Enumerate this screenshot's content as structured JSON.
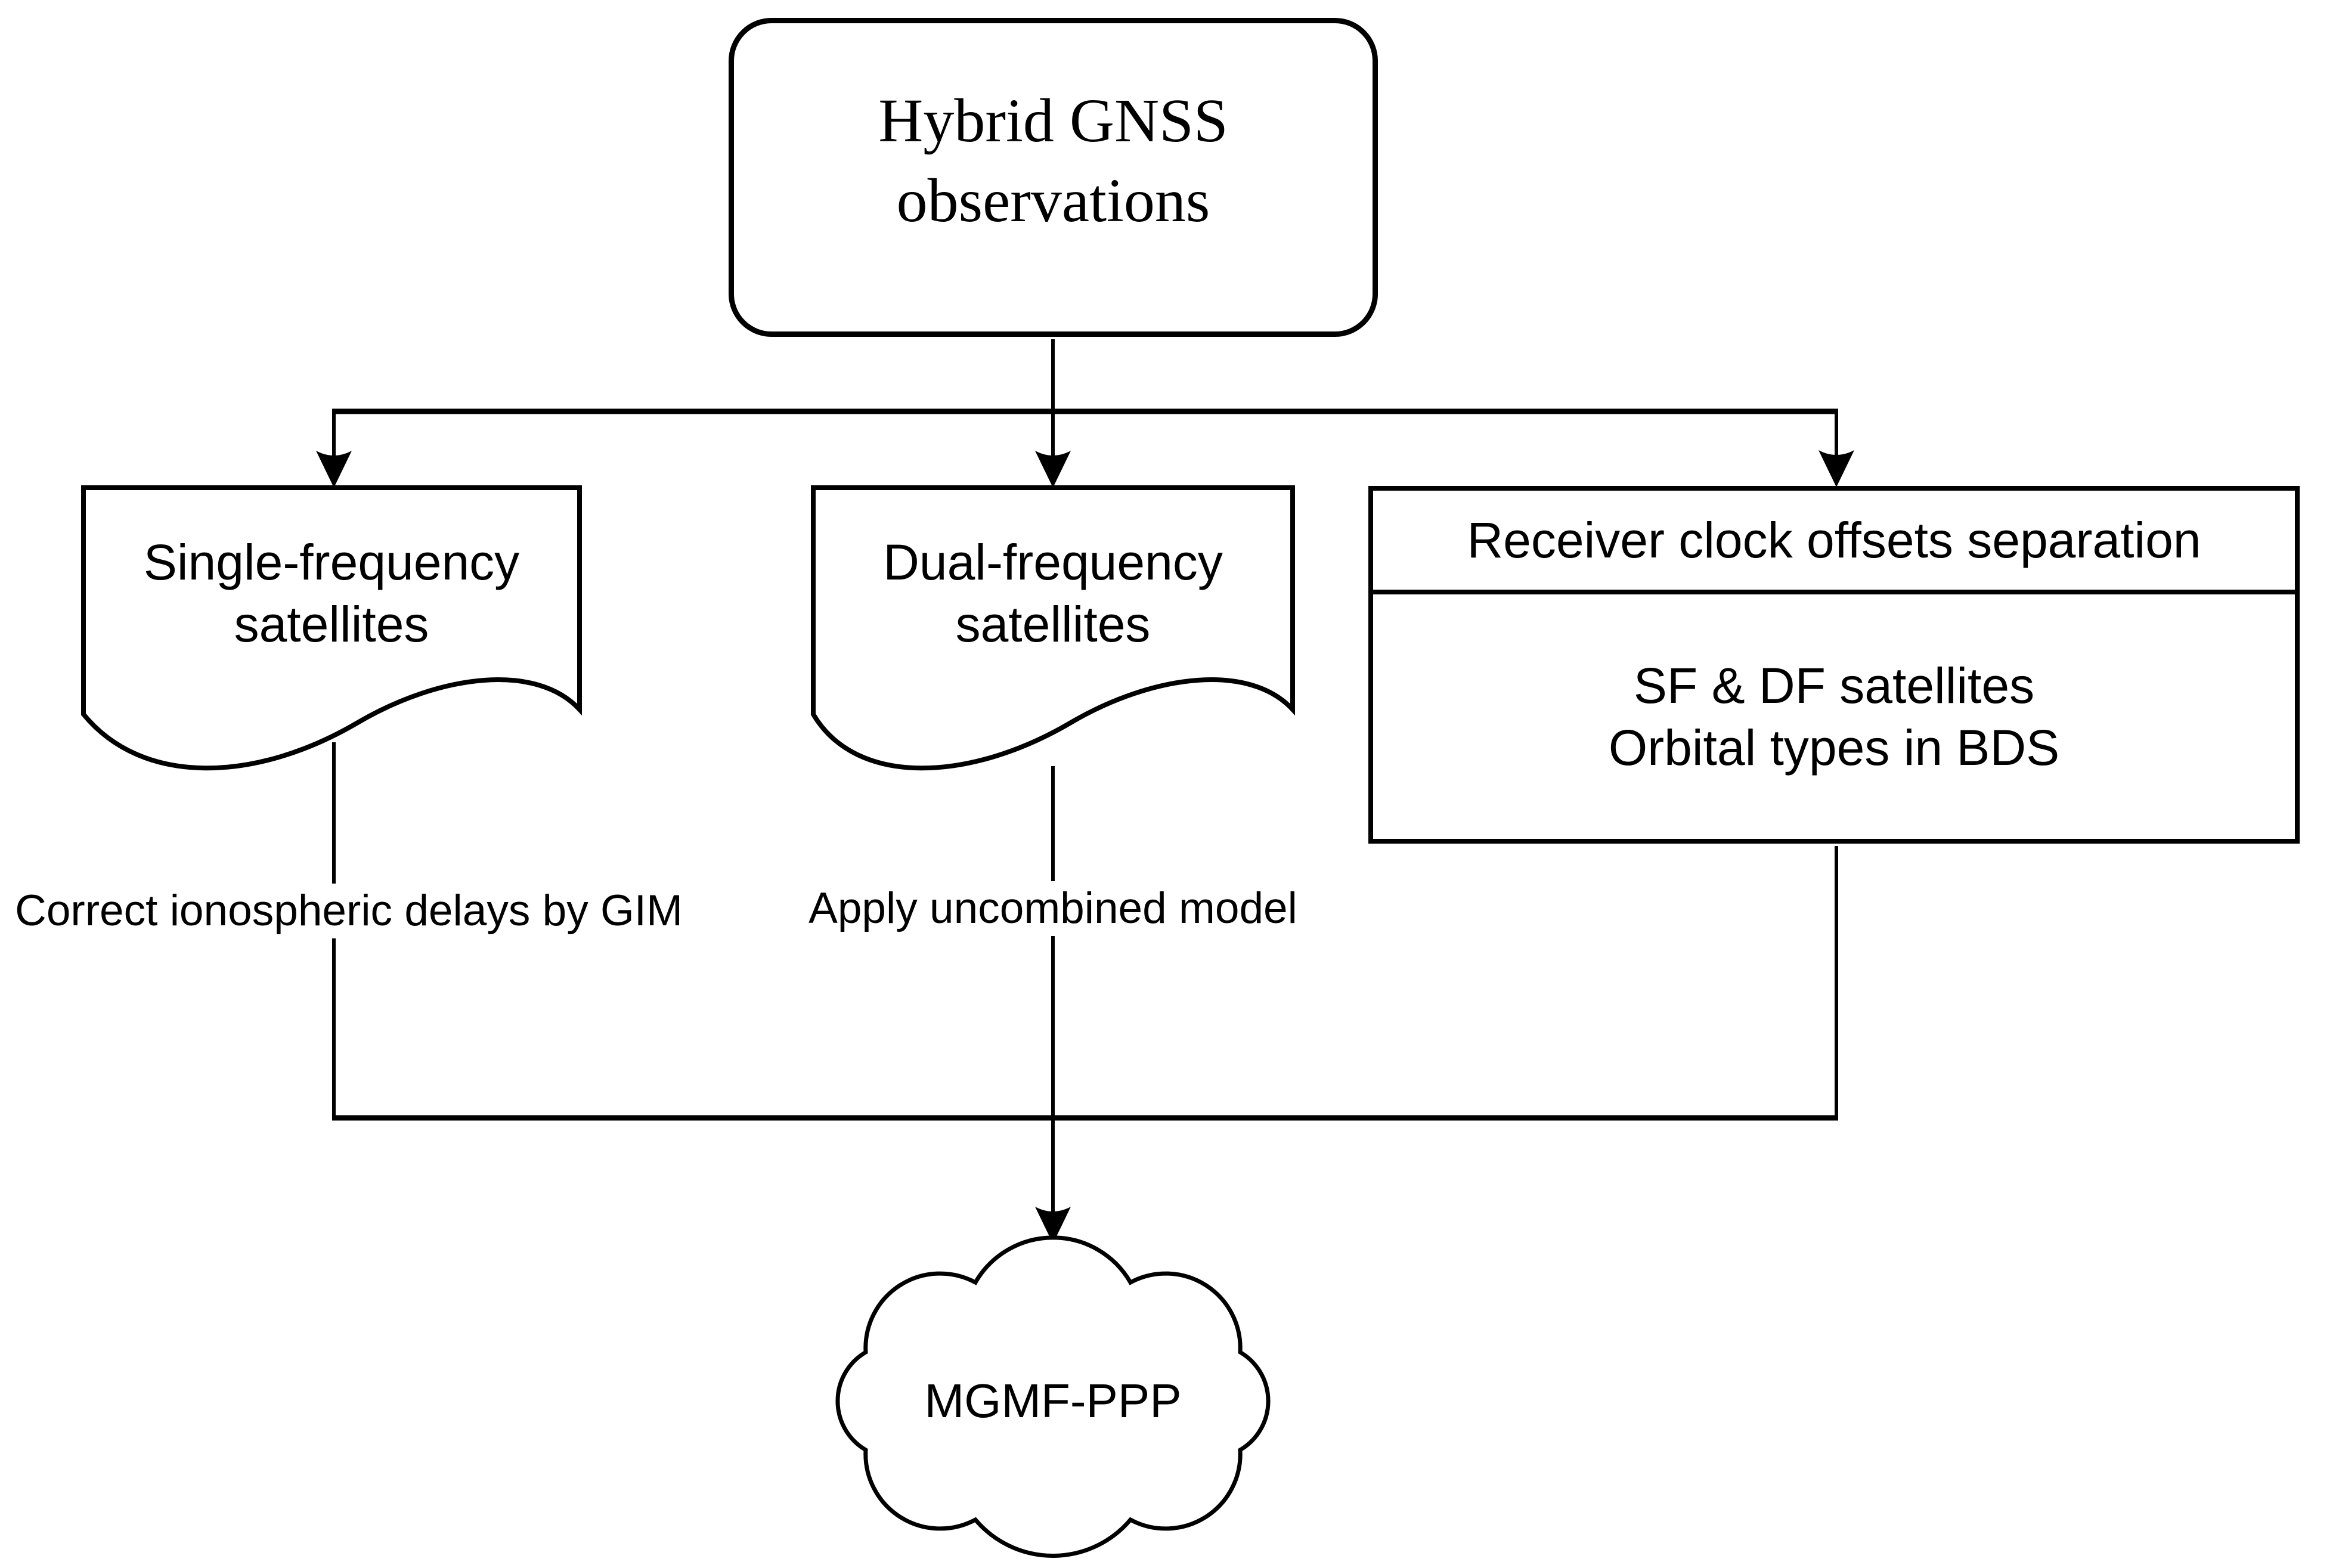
{
  "diagram": {
    "title_box": "Hybrid GNSS\nobservations",
    "branches": {
      "single_frequency": "Single-frequency\nsatellites",
      "dual_frequency": "Dual-frequency\nsatellites",
      "receiver_clock": {
        "header": "Receiver clock offsets separation",
        "body": "SF & DF satellites\nOrbital types in BDS"
      }
    },
    "annotations": {
      "gim": "Correct ionospheric delays by GIM",
      "uncombined": "Apply uncombined model"
    },
    "output_cloud": "MGMF-PPP",
    "colors": {
      "stroke": "#000000",
      "background": "#ffffff",
      "text": "#000000"
    }
  }
}
